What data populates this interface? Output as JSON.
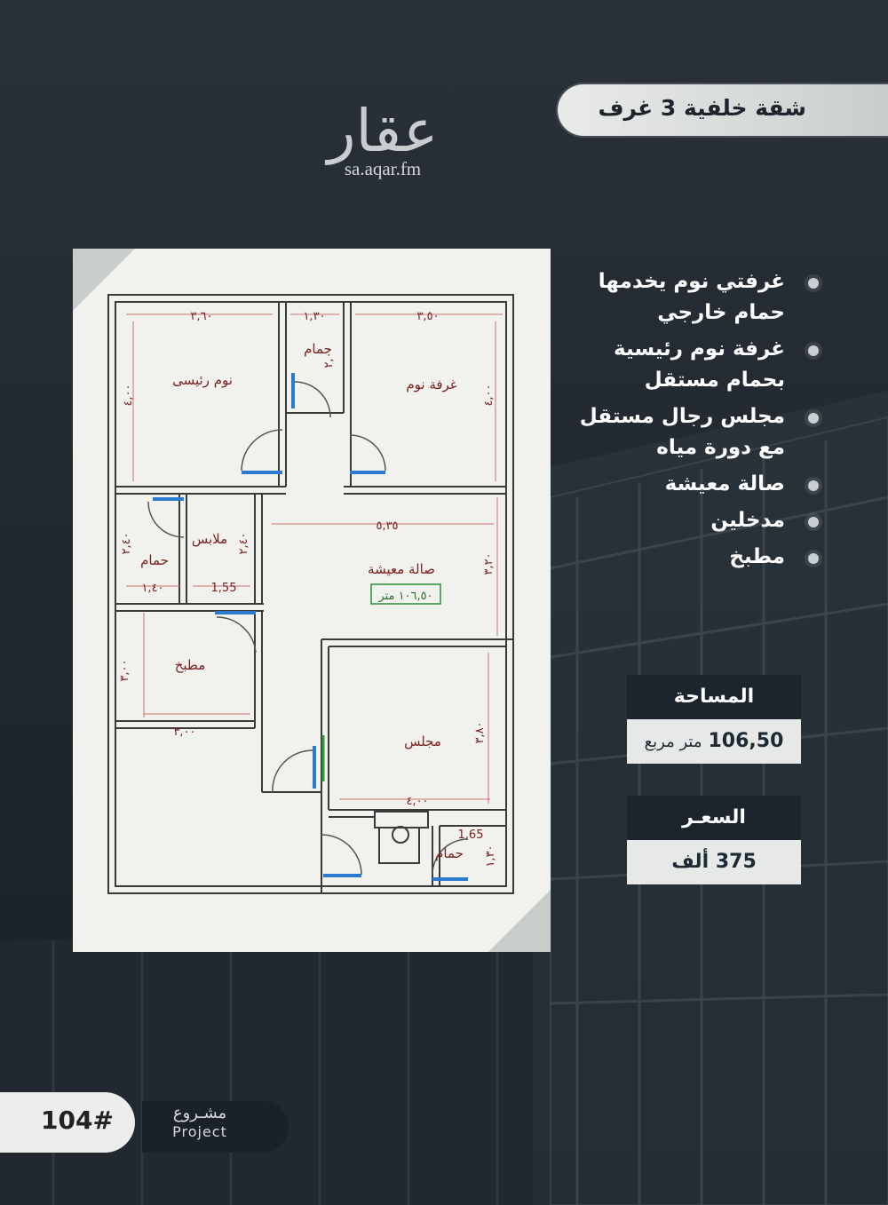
{
  "header": {
    "title": "شقة خلفية 3 غرف",
    "logo_text": "عقار",
    "logo_domain": "sa.aqar.fm"
  },
  "features": [
    "غرفتي نوم يخدمها حمام خارجي",
    "غرفة نوم رئيسية بحمام مستقل",
    "مجلس رجال مستقل مع دورة مياه",
    "صالة معيشة",
    "مدخلين",
    "مطبخ"
  ],
  "area": {
    "label": "المساحة",
    "value": "106,50",
    "unit": "متر مربع"
  },
  "price": {
    "label": "السعـر",
    "value": "375 ألف"
  },
  "footer": {
    "project_number": "104#",
    "project_label_ar": "مشـروع",
    "project_label_en": "Project"
  },
  "floor_plan": {
    "rooms": {
      "master_bedroom": "نوم رئيسى",
      "master_bath": "حمام",
      "bedroom": "غرفة نوم",
      "closet": "ملابس",
      "bath_left": "حمام",
      "living": "صالة معيشة",
      "living_area": "١٠٦,٥٠ متر",
      "kitchen": "مطبخ",
      "majlis": "مجلس",
      "majlis_bath": "حمام"
    },
    "dims": {
      "d360": "٣,٦٠",
      "d130": "١,٣٠",
      "d350": "٣,٥٠",
      "d400a": "٤,٠٠",
      "d200": "٢,٠٠",
      "d400b": "٤,٠٠",
      "d535": "٥,٣٥",
      "d240a": "٢,٤٠",
      "d240b": "٢,٤٠",
      "d320": "٣,٢٠",
      "d140": "١,٤٠",
      "d155": "1,55",
      "d300a": "٣,٠٠",
      "d300b": "٣,٠٠",
      "d380": "٣,٨٠",
      "d400c": "٤,٠٠",
      "d165": "1,65",
      "d130b": "١,٣٠"
    }
  },
  "colors": {
    "accent_dark": "#1c252d",
    "plan_text": "#7a1e1e",
    "area_tag": "#2e8b3a"
  }
}
